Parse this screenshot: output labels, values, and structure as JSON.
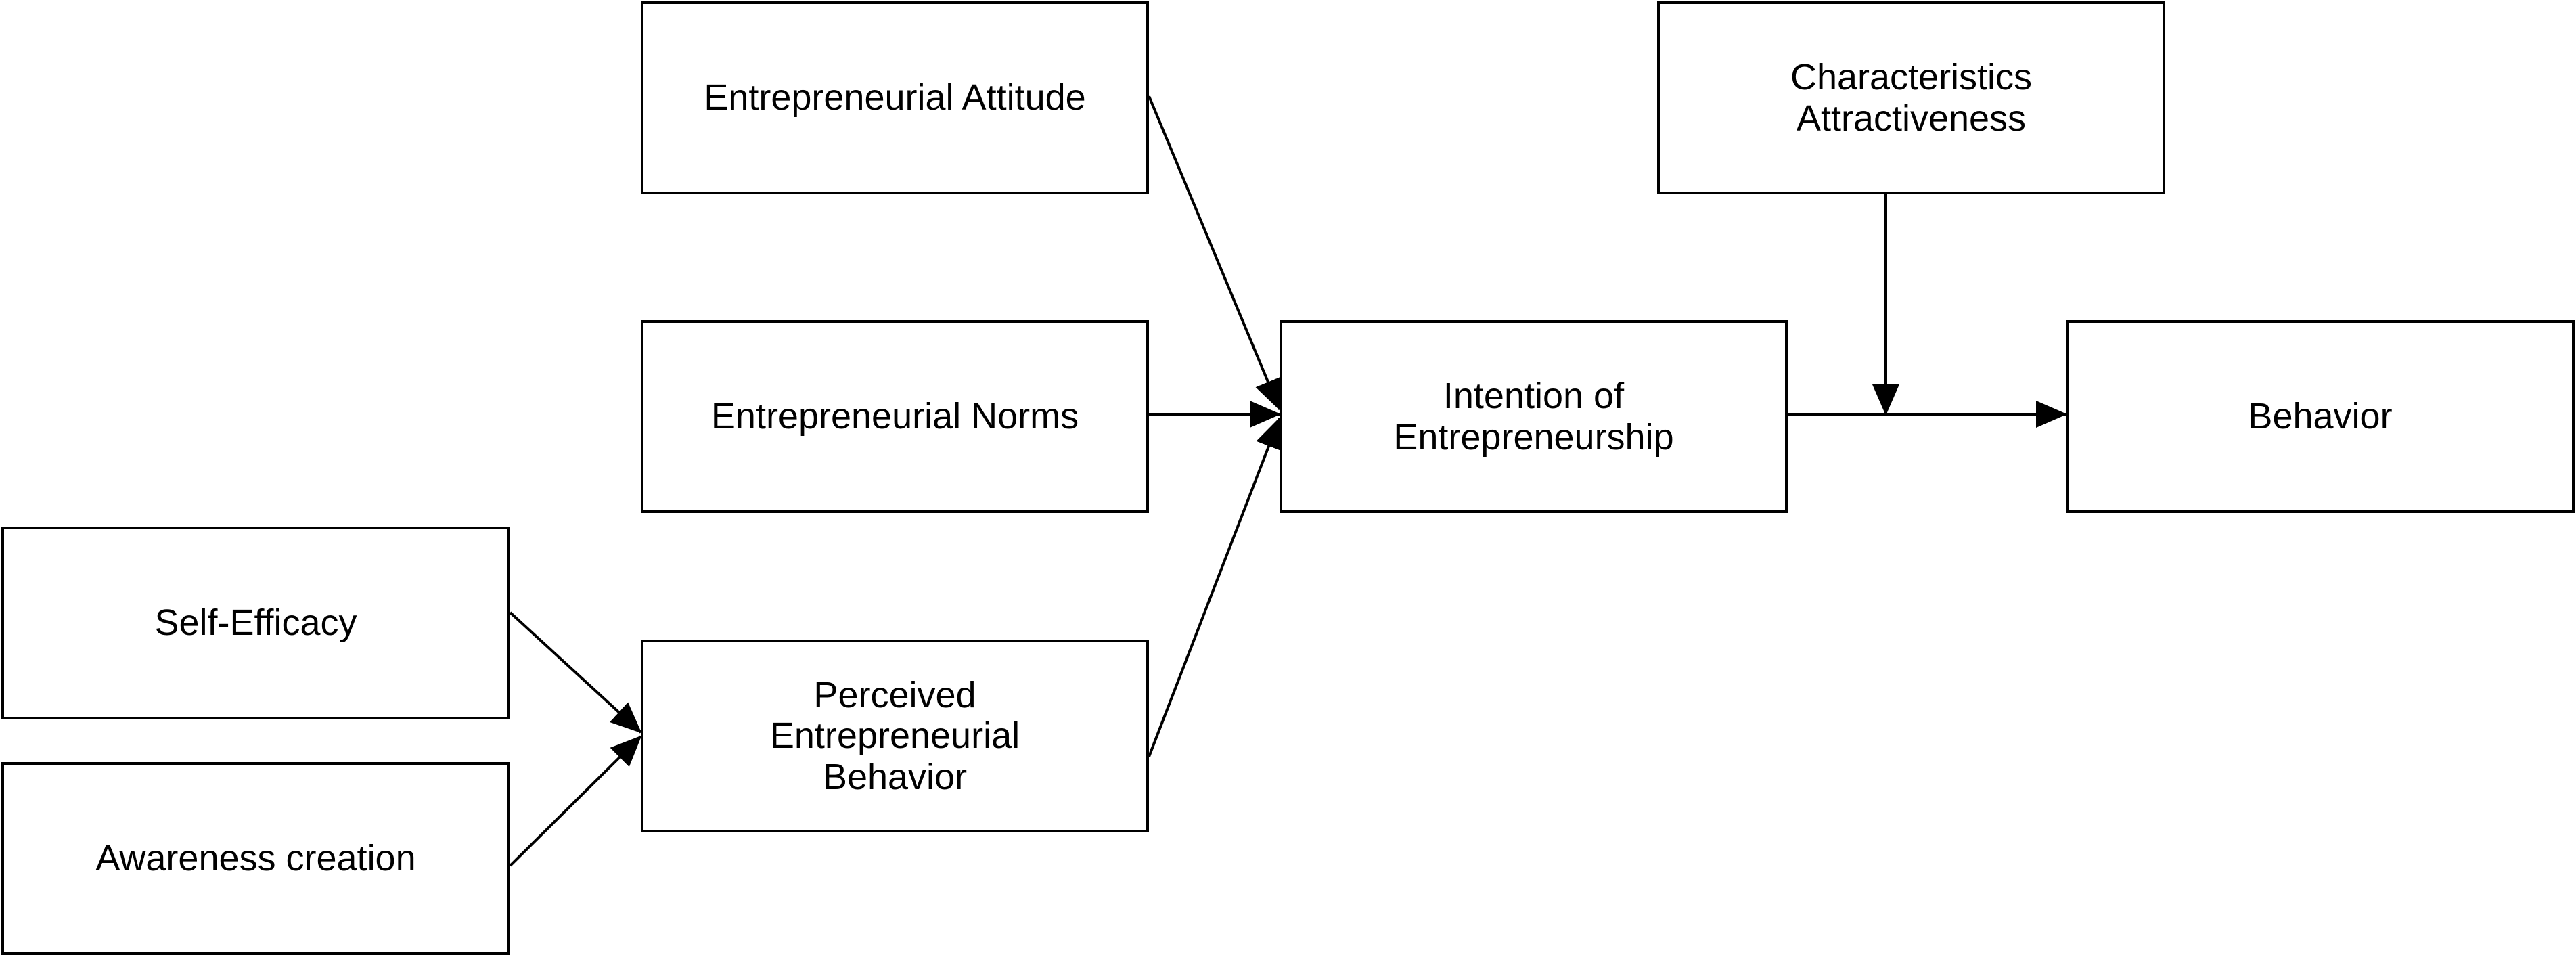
{
  "diagram": {
    "nodes": {
      "entrepreneurial_attitude": "Entrepreneurial Attitude",
      "entrepreneurial_norms": "Entrepreneurial Norms",
      "perceived_entrepreneurial_behavior": "Perceived\nEntrepreneurial\nBehavior",
      "self_efficacy": "Self-Efficacy",
      "awareness_creation": "Awareness creation",
      "intention_of_entrepreneurship": "Intention of\nEntrepreneurship",
      "characteristics_attractiveness": "Characteristics\nAttractiveness",
      "behavior": "Behavior"
    },
    "colors": {
      "stroke": "#000000",
      "background": "#ffffff"
    }
  }
}
